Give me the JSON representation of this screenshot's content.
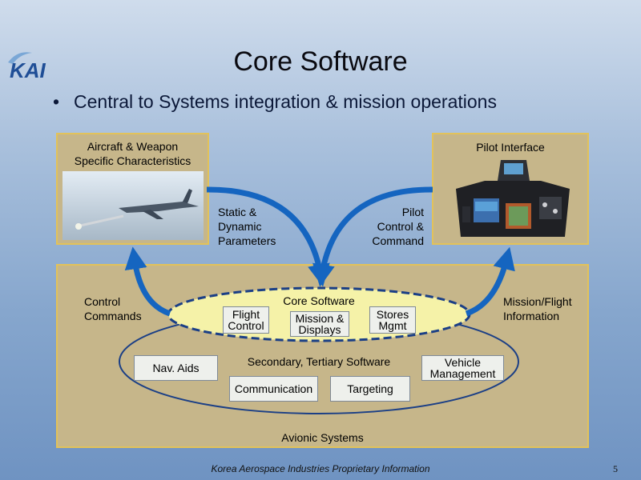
{
  "logo_text": "KAI",
  "title": "Core Software",
  "bullet": "Central to Systems integration & mission operations",
  "aircraft_box": {
    "label_line1": "Aircraft & Weapon",
    "label_line2": "Specific Characteristics"
  },
  "pilot_box": {
    "label": "Pilot Interface"
  },
  "flow_labels": {
    "static_line1": "Static &",
    "static_line2": "Dynamic",
    "static_line3": "Parameters",
    "pilot_line1": "Pilot",
    "pilot_line2": "Control &",
    "pilot_line3": "Command",
    "control_line1": "Control",
    "control_line2": "Commands",
    "mission_line1": "Mission/Flight",
    "mission_line2": "Information"
  },
  "core_software": {
    "label": "Core Software",
    "items": [
      {
        "line1": "Flight",
        "line2": "Control"
      },
      {
        "line1": "Mission &",
        "line2": "Displays"
      },
      {
        "line1": "Stores",
        "line2": "Mgmt"
      }
    ]
  },
  "secondary_software": {
    "label": "Secondary, Tertiary Software",
    "items": [
      {
        "line1": "Nav. Aids"
      },
      {
        "line1": "Vehicle",
        "line2": "Management"
      },
      {
        "line1": "Communication"
      },
      {
        "line1": "Targeting"
      }
    ]
  },
  "avionics_label": "Avionic Systems",
  "footer": "Korea Aerospace Industries Proprietary Information",
  "page_number": "5",
  "colors": {
    "arrow_blue": "#1565c0",
    "gold_border": "#e2c25a",
    "box_fill": "#c6b68a",
    "core_fill": "#f5f2a8",
    "ellipse_stroke": "#1b3f86"
  }
}
